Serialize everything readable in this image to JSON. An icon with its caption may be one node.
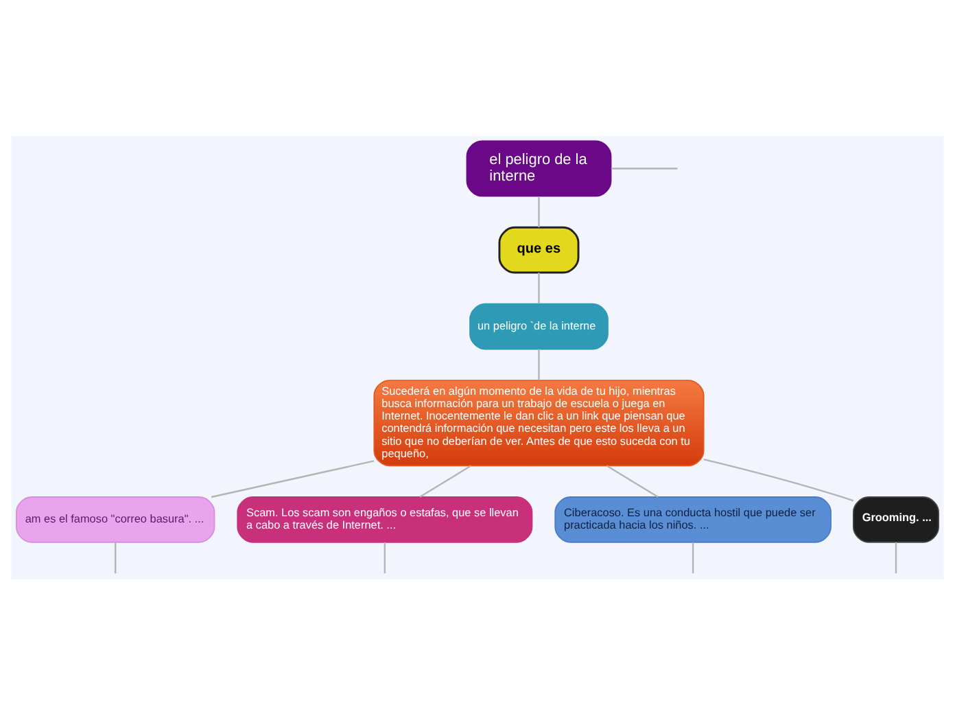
{
  "diagram": {
    "nodes": [
      {
        "text": [
          "el peligro de la interne"
        ]
      },
      {
        "text": [
          "que es"
        ]
      },
      {
        "text": [
          "un peligro `de la interne"
        ]
      },
      {
        "text": [
          "Sucederá en algún momento de la vida de tu hijo, mientras busca información para un trabajo de escuela o juega en Internet. Inocentemente le dan clic a un link que piensan que contendrá información que necesitan pero este los lleva a un sitio que no deberían de ver. Antes de que esto suceda con tu pequeño,"
        ]
      },
      {
        "text": [
          "am es el famoso \"correo basura\". ..."
        ]
      },
      {
        "text": [
          "Scam. Los scam son engaños o estafas, que se llevan a cabo a través de Internet. ..."
        ]
      },
      {
        "text": [
          "Ciberacoso. Es una conducta hostil que puede ser practicada hacia los niños. ..."
        ]
      },
      {
        "text": [
          "Grooming. ..."
        ]
      }
    ],
    "edges": [
      {
        "from": 0,
        "to": 1,
        "arrow": "none"
      },
      {
        "from": 0,
        "to": null,
        "arrow": "none"
      },
      {
        "from": 1,
        "to": 2,
        "arrow": "none"
      },
      {
        "from": 2,
        "to": 3,
        "arrow": "none"
      },
      {
        "from": 3,
        "to": 4,
        "arrow": "none"
      },
      {
        "from": 3,
        "to": 5,
        "arrow": "none"
      },
      {
        "from": 3,
        "to": 6,
        "arrow": "none"
      },
      {
        "from": 3,
        "to": 7,
        "arrow": "none"
      },
      {
        "from": 4,
        "to": null,
        "arrow": "none"
      },
      {
        "from": 5,
        "to": null,
        "arrow": "none"
      },
      {
        "from": 6,
        "to": null,
        "arrow": "none"
      },
      {
        "from": 7,
        "to": null,
        "arrow": "none"
      }
    ]
  }
}
